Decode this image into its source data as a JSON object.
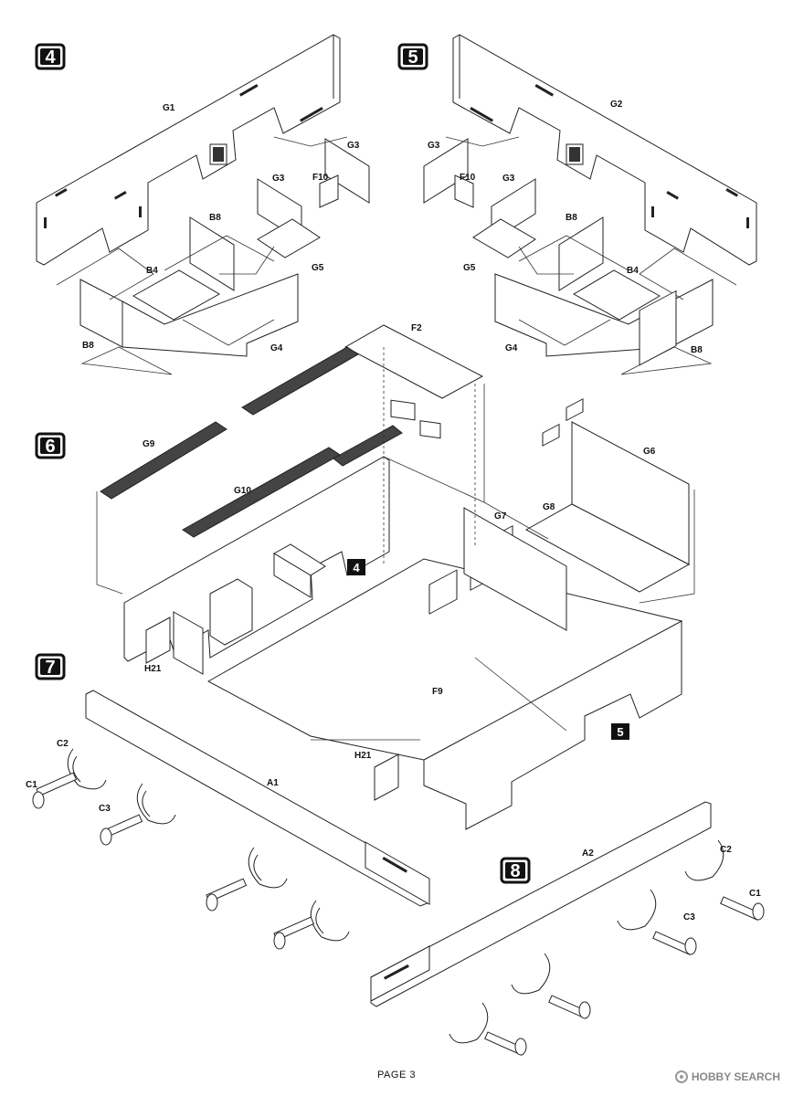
{
  "steps": [
    {
      "number": "4"
    },
    {
      "number": "5"
    },
    {
      "number": "6"
    },
    {
      "number": "7"
    },
    {
      "number": "8"
    }
  ],
  "step4": {
    "labels": {
      "g1": "G1",
      "g3a": "G3",
      "g3b": "G3",
      "f10": "F10",
      "b8a": "B8",
      "b4": "B4",
      "g5": "G5",
      "b8b": "B8",
      "g4": "G4"
    }
  },
  "step5": {
    "labels": {
      "g2": "G2",
      "g3a": "G3",
      "g3b": "G3",
      "f10": "F10",
      "b8a": "B8",
      "b4": "B4",
      "g5": "G5",
      "b8b": "B8",
      "g4": "G4"
    }
  },
  "step6": {
    "labels": {
      "f2": "F2",
      "g9": "G9",
      "g10": "G10",
      "g6": "G6",
      "g7": "G7",
      "g8": "G8",
      "h21a": "H21",
      "h21b": "H21",
      "f9": "F9"
    },
    "sub_badges": {
      "four": "4",
      "five": "5"
    }
  },
  "step7": {
    "labels": {
      "a1": "A1",
      "c1": "C1",
      "c2": "C2",
      "c3": "C3"
    }
  },
  "step8": {
    "labels": {
      "a2": "A2",
      "c1": "C1",
      "c2": "C2",
      "c3": "C3"
    }
  },
  "footer": {
    "page": "PAGE 3"
  },
  "watermark": {
    "text": "HOBBY SEARCH"
  }
}
